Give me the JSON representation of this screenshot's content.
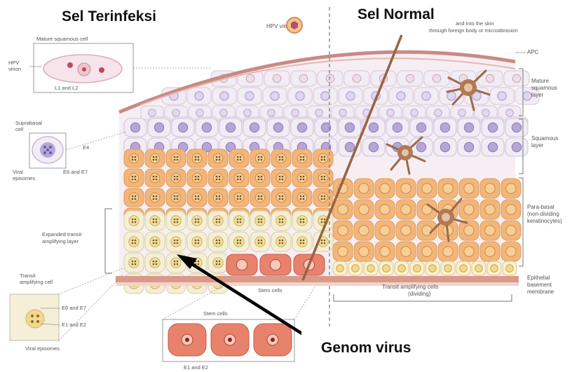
{
  "title_left": "Sel Terinfeksi",
  "title_right": "Sel Normal",
  "callout_label": "Genom virus",
  "labels": {
    "hpv_virion_top": "HPV virion",
    "entry_note_1": "and into the skin",
    "entry_note_2": "through foreign body or microabrasion",
    "apc": "APC",
    "mature_squamous_cell": "Mature squamous cell",
    "hpv_virion_left_1": "HPV",
    "hpv_virion_left_2": "virion",
    "l1_l2": "L1 and L2",
    "suprabasal_1": "Suprabasal",
    "suprabasal_2": "cell",
    "e4": "E4",
    "viral_episomes_1": "Viral",
    "viral_episomes_2": "episomes",
    "e6_e7": "E6 and E7",
    "expanded_1": "Expanded transit",
    "expanded_2": "amplifying layer",
    "transit_cell_1": "Transit",
    "transit_cell_2": "amplifying cell",
    "e6_e7_box": "E6 and E7",
    "e1_e2_box": "E1 and E2",
    "viral_episomes_box": "Viral episomes",
    "stem_cells_top": "Stem cells",
    "stem_cells_inset": "Stem cells",
    "e1_e2_bottom": "E1 and E2",
    "transit_amplifying_1": "Transit amplifying cells",
    "transit_amplifying_2": "(dividing)",
    "mature_layer_1": "Mature",
    "mature_layer_2": "squamous",
    "mature_layer_3": "layer",
    "squamous_layer_1": "Squamous",
    "squamous_layer_2": "layer",
    "parabasal_1": "Para-basal",
    "parabasal_2": "(non-dividing",
    "parabasal_3": "keratinocytes)",
    "epithelial_1": "Epithelial",
    "epithelial_2": "basement",
    "epithelial_3": "membrane"
  },
  "colors": {
    "orange_cell": "#f2b67a",
    "orange_dark": "#e09a5a",
    "cream_cell": "#f4efd6",
    "violet_cell": "#f2ecf4",
    "nucleus_violet": "#b6a6d8",
    "stem_red": "#e8826c",
    "membrane": "#d99a8a",
    "apc_brown": "#9a6a4a"
  }
}
